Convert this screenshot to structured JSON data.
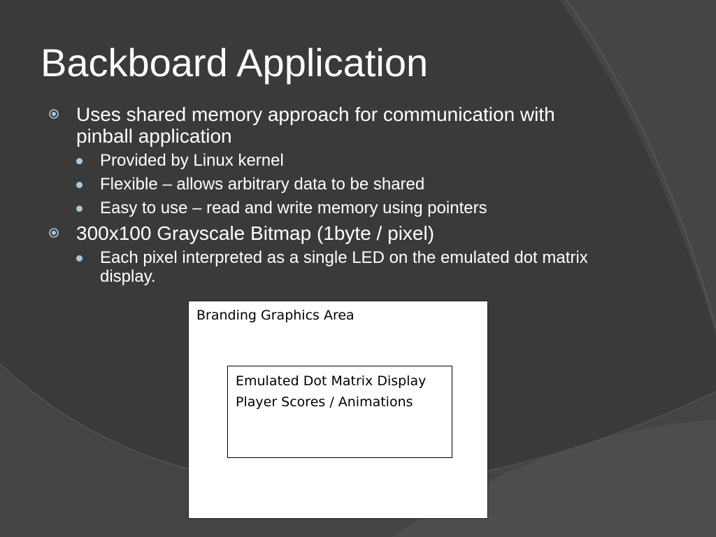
{
  "slide": {
    "title": "Backboard Application",
    "bullets": [
      {
        "text": "Uses shared memory approach for communication with pinball application",
        "sub": [
          "Provided by Linux kernel",
          "Flexible – allows arbitrary data to be shared",
          "Easy to use – read and write memory using pointers"
        ]
      },
      {
        "text": "300x100 Grayscale Bitmap (1byte / pixel)",
        "sub": [
          "Each pixel interpreted as a single LED on the emulated dot matrix display."
        ]
      }
    ]
  },
  "diagram": {
    "outer_label": "Branding Graphics Area",
    "inner_lines": [
      "Emulated Dot Matrix Display",
      "Player Scores / Animations"
    ]
  },
  "icons": {
    "level1_marker": "circled-dot-icon",
    "level2_marker": "bullet-dot-icon"
  },
  "colors": {
    "background": "#3a3a3a",
    "text": "#ffffff",
    "accent": "#a9c7dd"
  }
}
